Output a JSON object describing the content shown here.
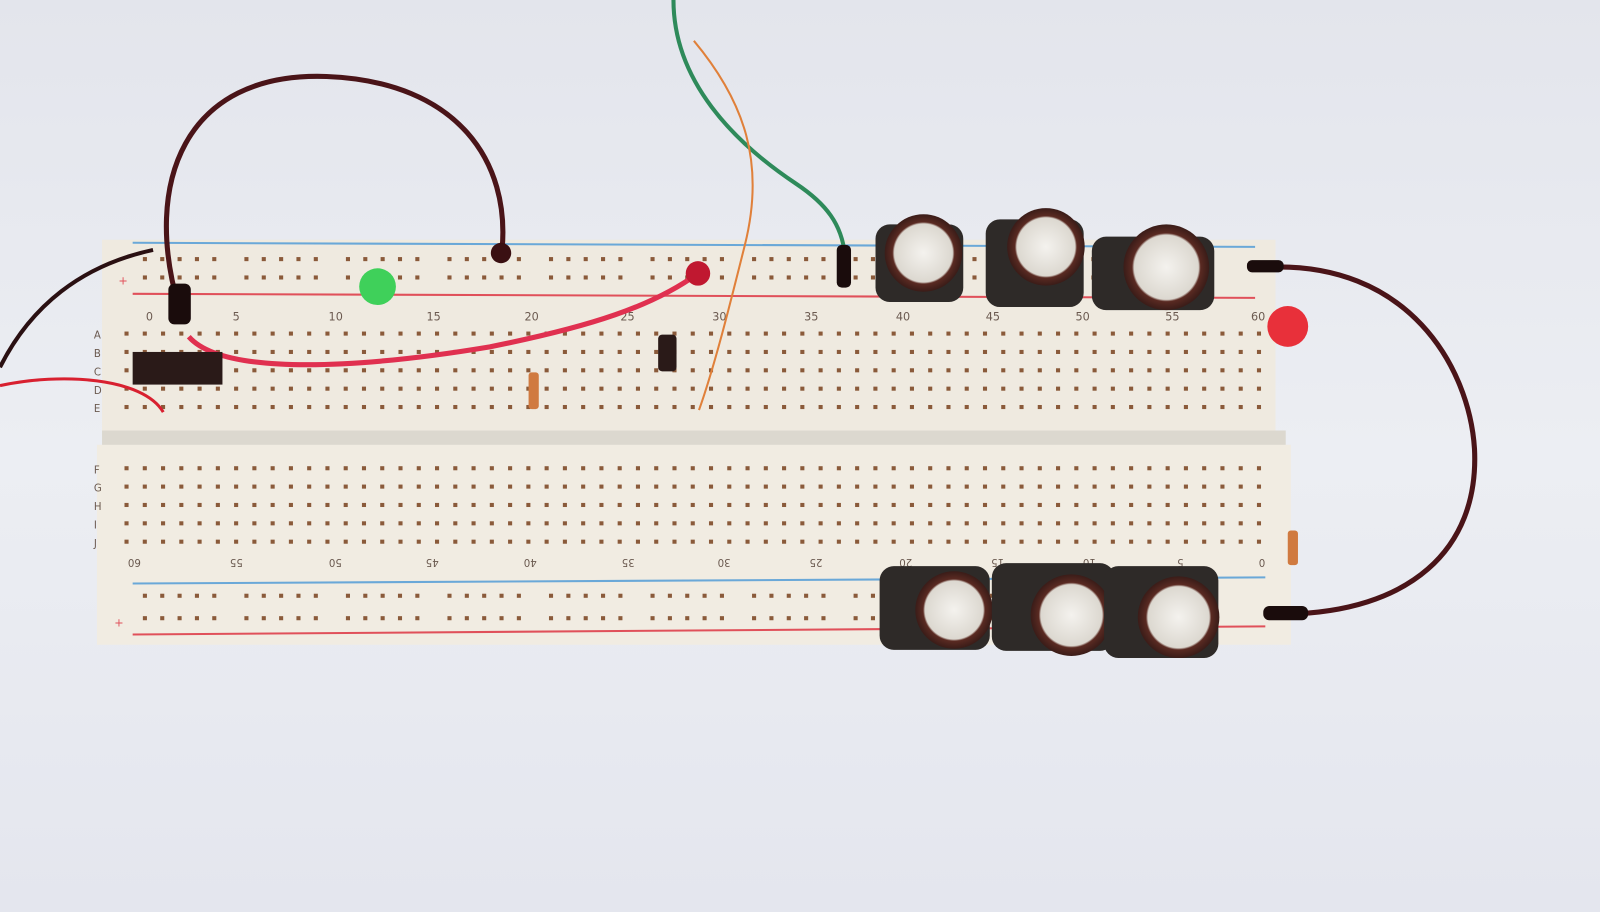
{
  "breadboard": {
    "top_column_numbers": [
      "0",
      "5",
      "10",
      "15",
      "20",
      "25",
      "30",
      "35",
      "40",
      "45",
      "50",
      "55",
      "60"
    ],
    "bottom_column_numbers": [
      "60",
      "55",
      "50",
      "45",
      "40",
      "35",
      "30",
      "25",
      "20",
      "15",
      "10",
      "5",
      "0"
    ],
    "top_row_letters": [
      "A",
      "B",
      "C",
      "D",
      "E"
    ],
    "bottom_row_letters": [
      "F",
      "G",
      "H",
      "I",
      "J"
    ],
    "rail_plus": "+",
    "colors": {
      "board": "#efeae0",
      "rail_red": "#e0505a",
      "rail_blue": "#6aa8d8",
      "hole": "#8a5a3a"
    }
  },
  "components": {
    "led_colors": {
      "green": "#3fd05a",
      "red": "#e8303a"
    },
    "capacitor_count_top": 3,
    "capacitor_count_bottom": 3,
    "wire_colors": {
      "dark_red": "#4a1418",
      "red": "#e03050",
      "green": "#2e8a5a",
      "orange": "#e0803a"
    }
  }
}
